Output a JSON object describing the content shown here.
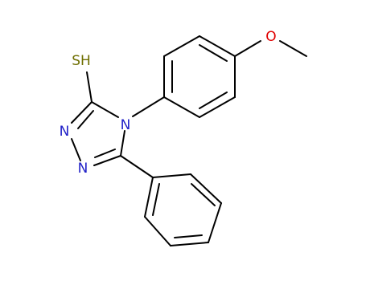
{
  "molecule": {
    "atom_labels": {
      "thiol": "SH",
      "n1": "N",
      "n2": "N",
      "n4": "N",
      "oxygen": "O"
    },
    "colors": {
      "bond": "#000000",
      "nitrogen": "#2121c8",
      "sulfur": "#6e6e00",
      "oxygen": "#e00000"
    }
  }
}
